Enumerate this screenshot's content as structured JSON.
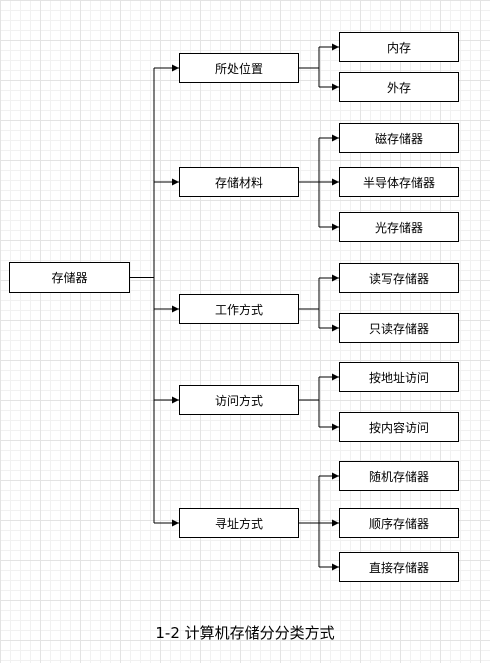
{
  "root": {
    "label": "存储器"
  },
  "categories": [
    {
      "label": "所处位置",
      "children": [
        "内存",
        "外存"
      ]
    },
    {
      "label": "存储材料",
      "children": [
        "磁存储器",
        "半导体存储器",
        "光存储器"
      ]
    },
    {
      "label": "工作方式",
      "children": [
        "读写存储器",
        "只读存储器"
      ]
    },
    {
      "label": "访问方式",
      "children": [
        "按地址访问",
        "按内容访问"
      ]
    },
    {
      "label": "寻址方式",
      "children": [
        "随机存储器",
        "顺序存储器",
        "直接存储器"
      ]
    }
  ],
  "caption": "1-2 计算机存储分分类方式",
  "colors": {
    "stroke": "#000000",
    "box_fill": "#ffffff",
    "grid": "#e3e3e3"
  }
}
